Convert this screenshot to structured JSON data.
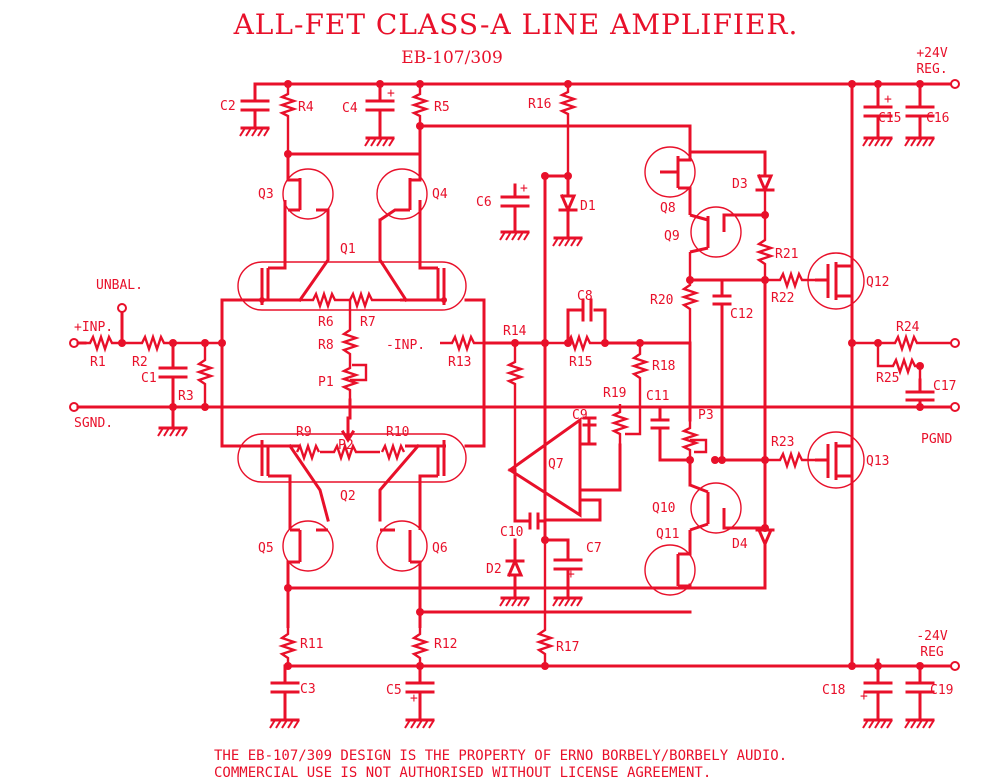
{
  "title": "ALL-FET CLASS-A LINE AMPLIFIER.",
  "subtitle": "EB-107/309",
  "footer": [
    "THE EB-107/309 DESIGN IS THE PROPERTY OF ERNO BORBELY/BORBELY AUDIO.",
    "COMMERCIAL USE IS NOT AUTHORISED WITHOUT LICENSE AGREEMENT."
  ],
  "terminals": {
    "pos_supply_1": "+24V",
    "pos_supply_2": "REG.",
    "neg_supply_1": "-24V",
    "neg_supply_2": "REG",
    "unbal": "UNBAL.",
    "plus_inp": "+INP.",
    "minus_inp": "-INP.",
    "sgnd": "SGND.",
    "pgnd": "PGND"
  },
  "resistors": [
    "R1",
    "R2",
    "R3",
    "R4",
    "R5",
    "R6",
    "R7",
    "R8",
    "R9",
    "R10",
    "R11",
    "R12",
    "R13",
    "R14",
    "R15",
    "R16",
    "R17",
    "R18",
    "R19",
    "R20",
    "R21",
    "R22",
    "R23",
    "R24",
    "R25"
  ],
  "capacitors": [
    "C1",
    "C2",
    "C3",
    "C4",
    "C5",
    "C6",
    "C7",
    "C8",
    "C9",
    "C10",
    "C11",
    "C12",
    "C15",
    "C16",
    "C17",
    "C18",
    "C19"
  ],
  "pots": [
    "P1",
    "P2",
    "P3"
  ],
  "diodes": [
    "D1",
    "D2",
    "D3",
    "D4"
  ],
  "transistors": [
    "Q1",
    "Q2",
    "Q3",
    "Q4",
    "Q5",
    "Q6",
    "Q7",
    "Q8",
    "Q9",
    "Q10",
    "Q11",
    "Q12",
    "Q13"
  ]
}
